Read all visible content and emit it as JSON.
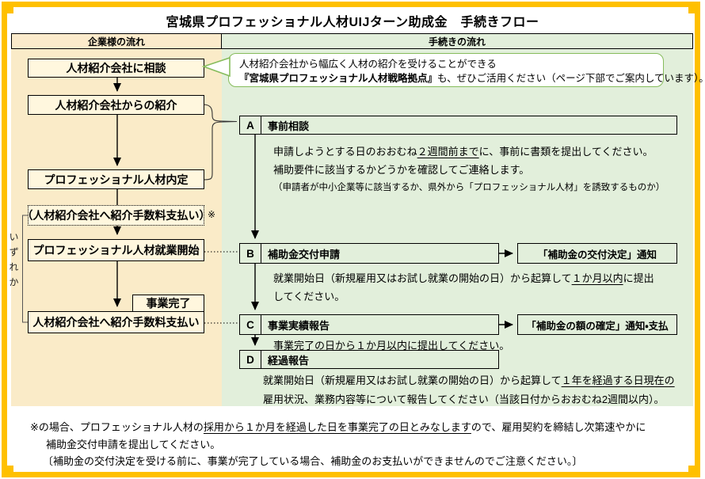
{
  "title": "宮城県プロフェッショナル人材UIJターン助成金　手続きフロー",
  "header": {
    "left": "企業様の流れ",
    "right": "手続きの流れ"
  },
  "company_flow": {
    "consult": "人材紹介会社に相談",
    "referral": "人材紹介会社からの紹介",
    "offer": "プロフェッショナル人材内定",
    "fee_optional": "（人材紹介会社へ紹介手数料支払い）",
    "fee_optional_mark": "※",
    "start_work": "プロフェッショナル人材就業開始",
    "complete": "事業完了",
    "fee_pay": "人材紹介会社へ紹介手数料支払い",
    "either_label": "いずれか"
  },
  "bubble": {
    "line1": "人材紹介会社から幅広く人材の紹介を受けることができる",
    "line2_bold": "『宮城県プロフェッショナル人材戦略拠点』",
    "line2_rest": "も、ぜひご活用ください（ページ下部でご案内しています）。"
  },
  "sections": {
    "a": {
      "letter": "A",
      "title": "事前相談",
      "line1_pre": "申請しようとする日のおおむね",
      "line1_underline": "２週間前まで",
      "line1_post": "に、事前に書類を提出してください。",
      "line2": "補助要件に該当するかどうかを確認してご連絡します。",
      "line3": "（申請者が中小企業等に該当するか、県外から「プロフェッショナル人材」を誘致するものか）"
    },
    "b": {
      "letter": "B",
      "title": "補助金交付申請",
      "notice": "「補助金の交付決定」通知",
      "line1_pre": "就業開始日（新規雇用又はお試し就業の開始の日）から起算して",
      "line1_underline": "１か月以内",
      "line1_post": "に提出",
      "line2": "してください。"
    },
    "c": {
      "letter": "C",
      "title": "事業実績報告",
      "notice": "「補助金の額の確定」通知・支払",
      "line1_pre": "事業完了の日から",
      "line1_underline": "１か月以内",
      "line1_post": "に提出してください。"
    },
    "d": {
      "letter": "D",
      "title": "経過報告",
      "line1_pre": "就業開始日（新規雇用又はお試し就業の開始の日）から起算して",
      "line1_underline": "１年を経過する日現在の",
      "line2": "雇用状況、業務内容等について報告してください（当該日付からおおむね2週間以内）。"
    }
  },
  "notes": {
    "line1_pre": "※の場合、プロフェッショナル人材の",
    "line1_underline": "採用から１か月を経過した日を事業完了の日とみなします",
    "line1_post": "ので、雇用契約を締結し次第速やかに",
    "line2": "補助金交付申請を提出してください。",
    "line3": "〔補助金の交付決定を受ける前に、事業が完了している場合、補助金のお支払いができませんのでご注意ください。〕"
  },
  "colors": {
    "frame_border": "#FFC000",
    "company_column_bg": "#FAEBC8",
    "company_box_fill": "#FFF7DE",
    "procedure_column_bg": "#E2EFDB",
    "bubble_border": "#86BC5C",
    "line_color": "#000000"
  }
}
